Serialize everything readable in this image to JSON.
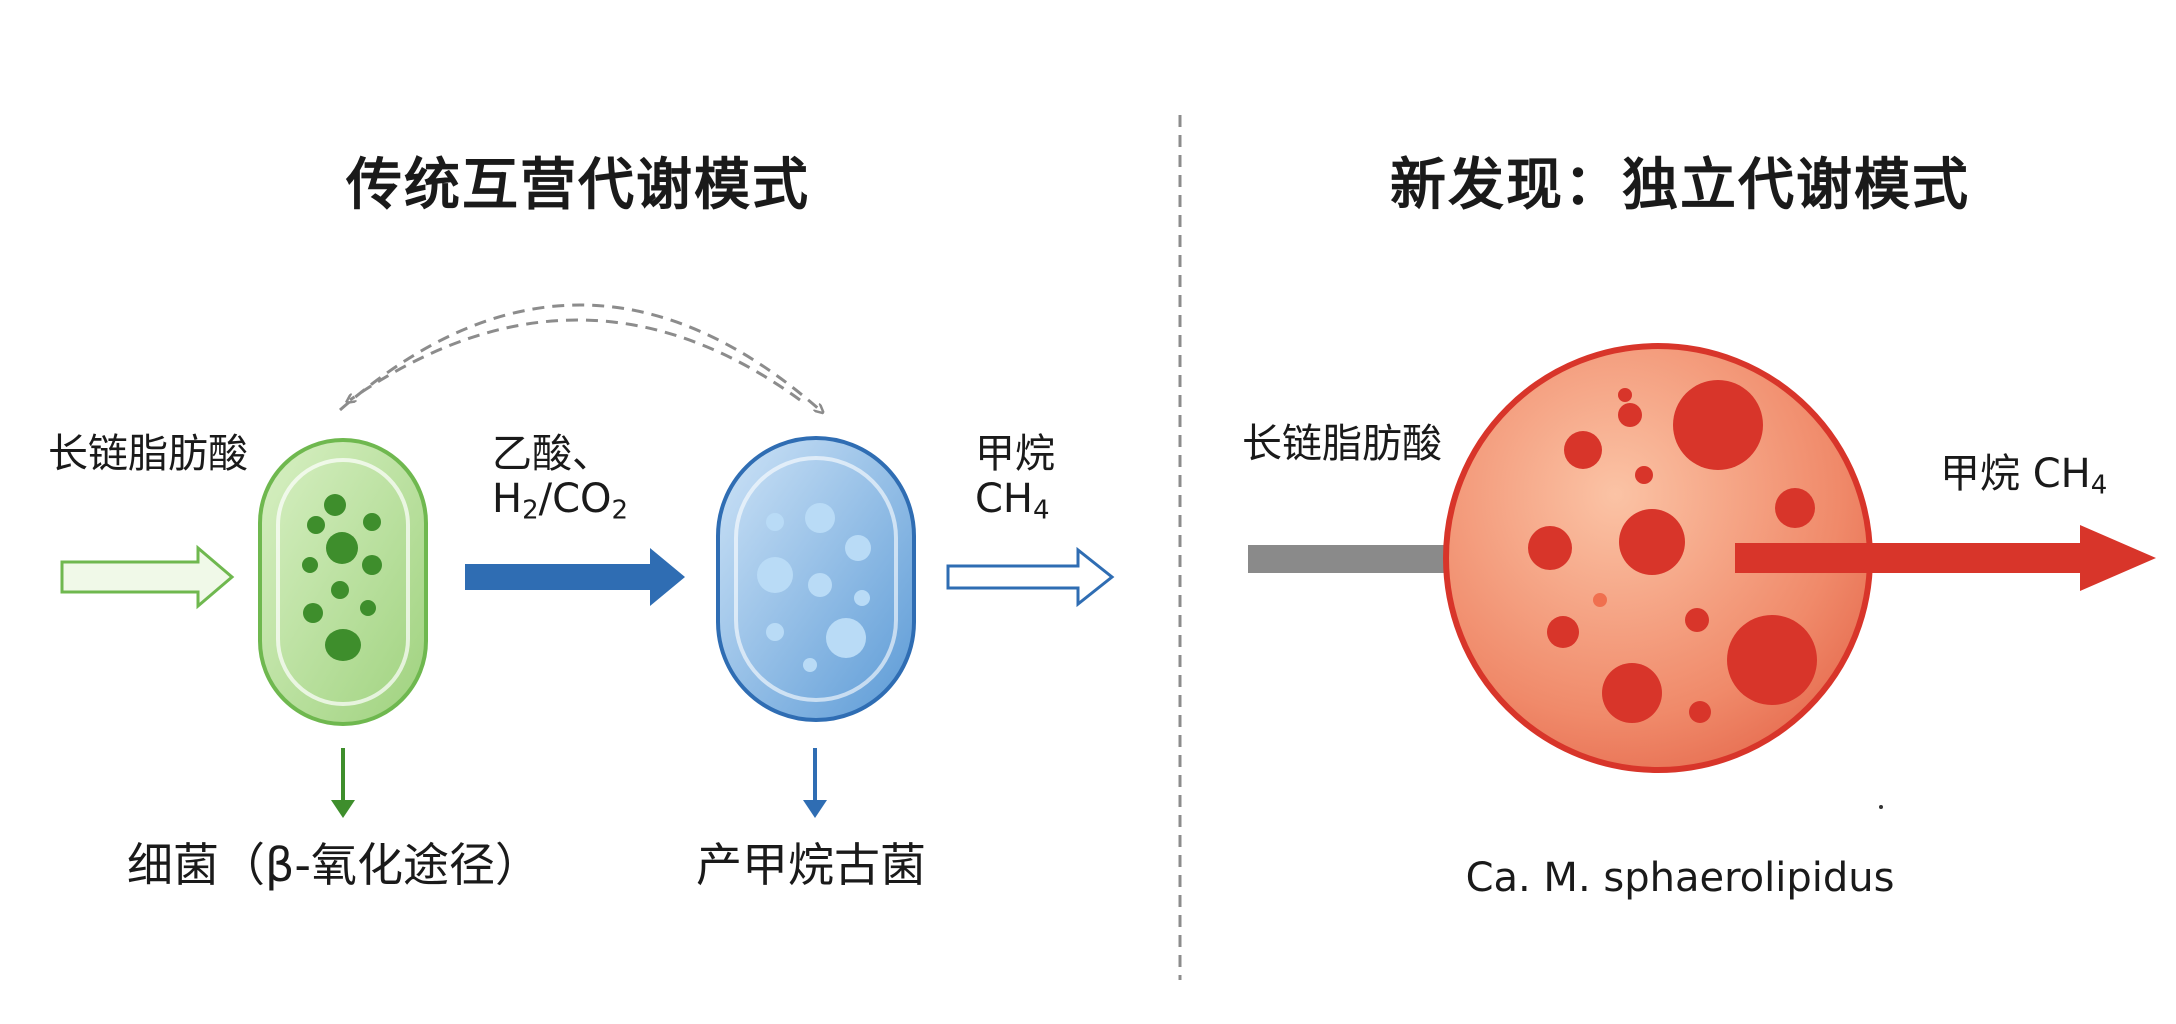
{
  "left_panel": {
    "title": "传统互营代谢模式",
    "input_label": "长链脂肪酸",
    "intermediate_line1": "乙酸、",
    "intermediate_line2_a": "H",
    "intermediate_line2_sub1": "2",
    "intermediate_line2_b": "/CO",
    "intermediate_line2_sub2": "2",
    "output_line1": "甲烷",
    "output_line2_a": "CH",
    "output_line2_sub": "4",
    "bacteria_label": "细菌（β-氧化途径）",
    "archaea_label": "产甲烷古菌"
  },
  "right_panel": {
    "title": "新发现：独立代谢模式",
    "input_label": "长链脂肪酸",
    "output_label_a": "甲烷 CH",
    "output_label_sub": "4",
    "organism_label": "Ca. M. sphaerolipidus"
  },
  "colors": {
    "bacteria_green": "#7bc05a",
    "archaea_blue": "#3f82c6",
    "arrow_blue": "#2f6db3",
    "organism_red": "#d8352a",
    "input_gray": "#8a8a8a",
    "divider_gray": "#8c8c8c"
  }
}
